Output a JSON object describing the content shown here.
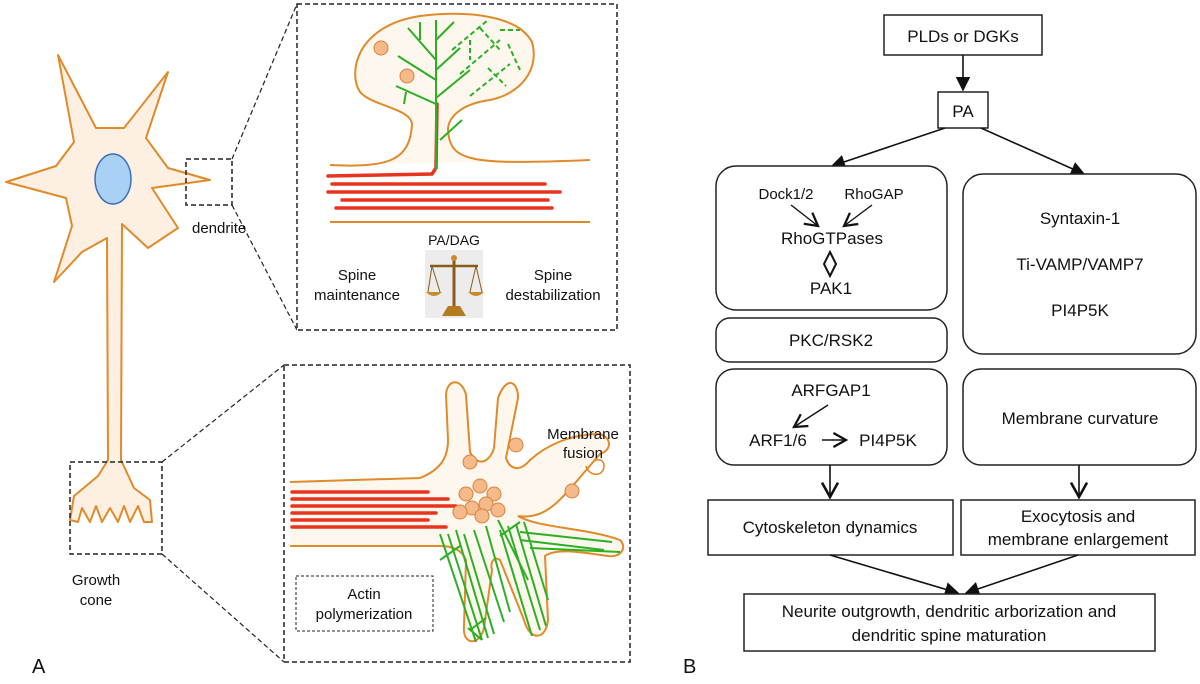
{
  "panel_labels": {
    "a": "A",
    "b": "B"
  },
  "panel_a": {
    "dendrite_label": "dendrite",
    "growth_cone_label_1": "Growth",
    "growth_cone_label_2": "cone",
    "spine": {
      "balance_title": "PA/DAG",
      "left_1": "Spine",
      "left_2": "maintenance",
      "right_1": "Spine",
      "right_2": "destabilization"
    },
    "cone": {
      "fusion_1": "Membrane",
      "fusion_2": "fusion",
      "actin_1": "Actin",
      "actin_2": "polymerization"
    }
  },
  "panel_b": {
    "top": "PLDs or DGKs",
    "pa": "PA",
    "left_group": {
      "dock": "Dock1/2",
      "rhogap": "RhoGAP",
      "rhogtpases": "RhoGTPases",
      "pak1": "PAK1"
    },
    "pkc": "PKC/RSK2",
    "arf_group": {
      "arfgap1": "ARFGAP1",
      "arf": "ARF1/6",
      "pi4p5k": "PI4P5K"
    },
    "right_group": {
      "syntaxin": "Syntaxin-1",
      "vamp": "Ti-VAMP/VAMP7",
      "pi4p5k": "PI4P5K"
    },
    "membrane_curvature": "Membrane curvature",
    "cytoskeleton": "Cytoskeleton dynamics",
    "exocytosis_1": "Exocytosis and",
    "exocytosis_2": "membrane enlargement",
    "outcome_1": "Neurite outgrowth, dendritic arborization and",
    "outcome_2": "dendritic spine maturation"
  },
  "colors": {
    "membrane": "#e08a2a",
    "cell_fill": "#fdf0e2",
    "nucleus": "#a9d0f5",
    "vesicle": "#f5b98a",
    "microtubule": "#e8331e",
    "actin": "#2bb024"
  }
}
